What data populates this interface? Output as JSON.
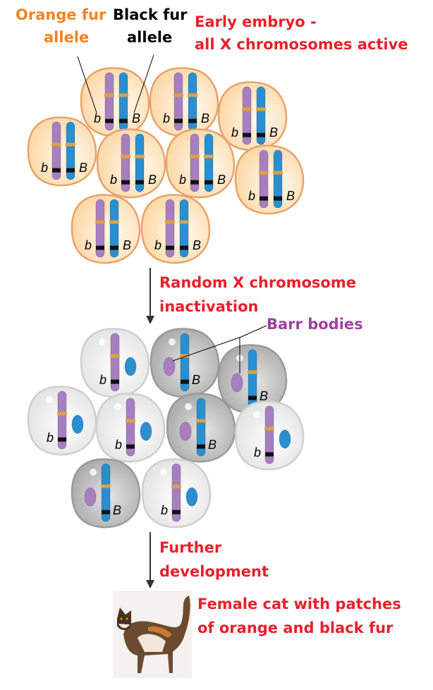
{
  "labels": {
    "orange_allele": [
      "Orange fur",
      "allele"
    ],
    "black_allele": [
      "Black fur",
      "allele"
    ],
    "early_embryo": [
      "Early embryo -",
      "all X chromosomes active"
    ],
    "inactivation": [
      "Random X chromosome",
      "inactivation"
    ],
    "barr_bodies": "Barr bodies",
    "further": [
      "Further",
      "development"
    ],
    "female_cat": [
      "Female cat with patches",
      "of orange and black fur"
    ]
  },
  "allele_symbols": {
    "orange": "b",
    "black": "B"
  },
  "colors": {
    "red_text": "#e8202a",
    "orange_text": "#f58220",
    "purple_text": "#a040a0",
    "cell_fill": "#fcd9a8",
    "cell_border": "#e8a36a",
    "purple_chromosome": "#a77fc0",
    "blue_chromosome": "#2a8fd0",
    "light_cell": "#eeeeee",
    "dark_cell": "#bdbdbd"
  },
  "inactivated_cells": [
    "orange",
    "black",
    "black",
    "orange",
    "orange",
    "black",
    "orange",
    "black",
    "orange"
  ]
}
